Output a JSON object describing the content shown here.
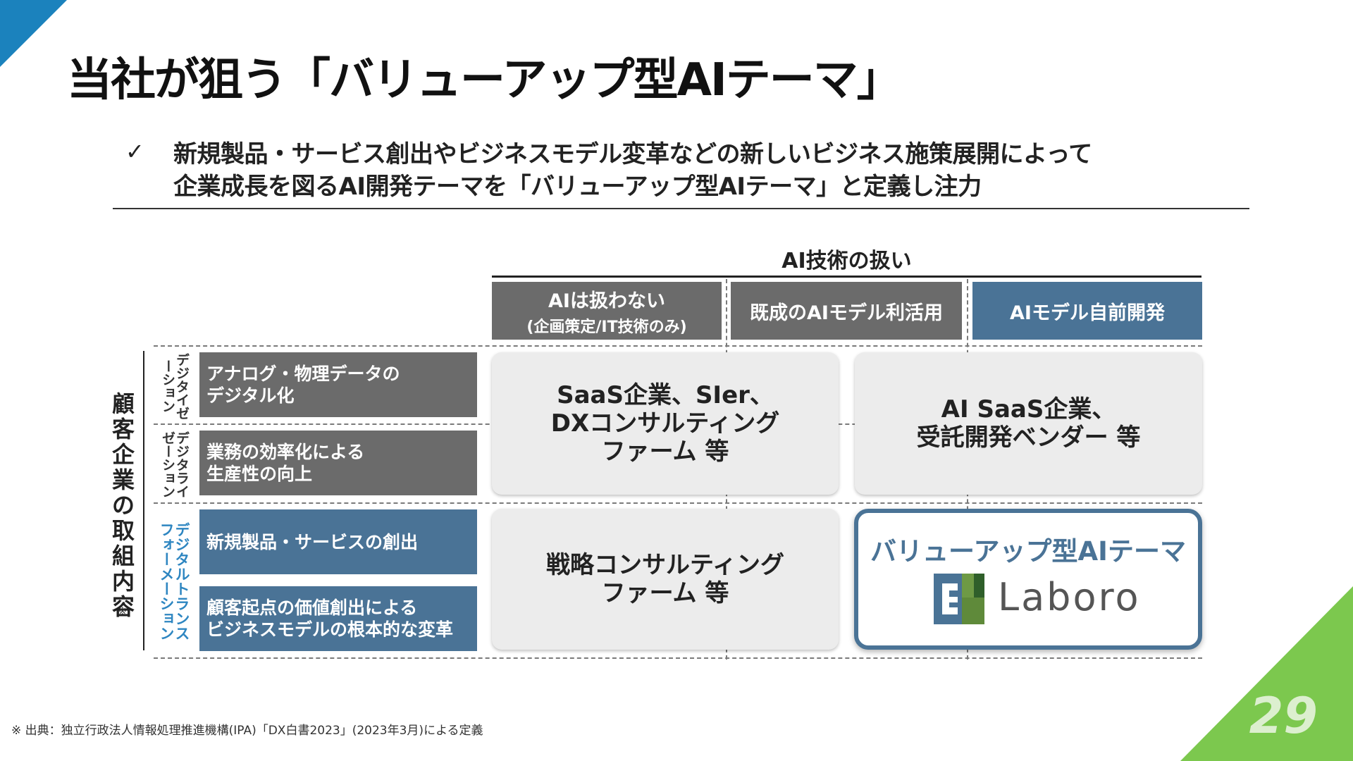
{
  "title": "当社が狙う「バリューアップ型AIテーマ」",
  "bullet_mark": "✓",
  "subtitle_line1": "新規製品・サービス創出やビジネスモデル変革などの新しいビジネス施策展開によって",
  "subtitle_line2": "企業成長を図るAI開発テーマを「バリューアップ型AIテーマ」と定義し注力",
  "ai_axis": {
    "heading": "AI技術の扱い",
    "col1_line1": "AIは扱わない",
    "col1_line2": "(企画策定/IT技術のみ)",
    "col2": "既成のAIモデル利活用",
    "col3": "AIモデル自前開発"
  },
  "customer_axis": {
    "title": "顧客企業の取組内容",
    "note": "※",
    "group1": "デジタイゼーション",
    "group2": "デジタライゼーション",
    "group3": "デジタルトランスフォーメーション"
  },
  "rows": {
    "r1_line1": "アナログ・物理データの",
    "r1_line2": "デジタル化",
    "r2_line1": "業務の効率化による",
    "r2_line2": "生産性の向上",
    "r3_line1": "新規製品・サービスの創出",
    "r4_line1": "顧客起点の価値創出による",
    "r4_line2": "ビジネスモデルの根本的な変革"
  },
  "cells": {
    "c1_line1": "SaaS企業、SIer、",
    "c1_line2": "DXコンサルティング",
    "c1_line3": "ファーム 等",
    "c2_line1": "AI SaaS企業、",
    "c2_line2": "受託開発ベンダー 等",
    "c3_line1": "戦略コンサルティング",
    "c3_line2": "ファーム 等",
    "c4_title": "バリューアップ型AIテーマ",
    "c4_logo": "Laboro"
  },
  "footnote": "※ 出典：独立行政法人情報処理推進機構(IPA)「DX白書2023」(2023年3月)による定義",
  "page_number": "29",
  "colors": {
    "brand_blue": "#4a7396",
    "gray_box": "#6b6b6b",
    "corner_blue": "#1b82bd",
    "corner_green": "#7cc84e",
    "logo_green": "#5f8a3a"
  }
}
